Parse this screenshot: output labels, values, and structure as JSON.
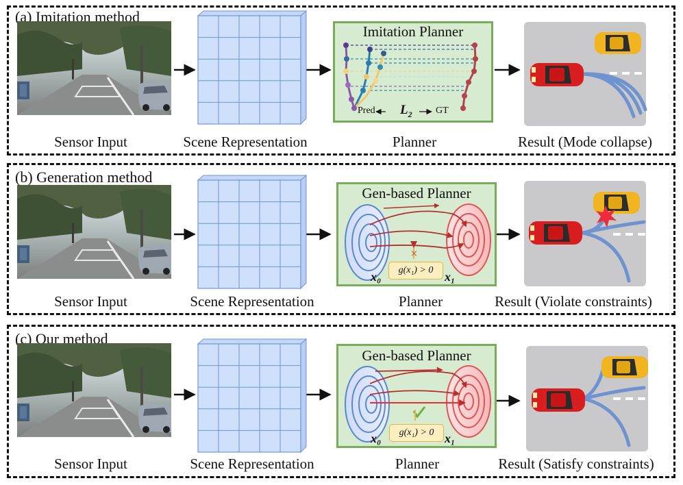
{
  "panels": [
    {
      "title": "(a) Imitation method",
      "planner_title": "Imitation Planner",
      "pred_label": "Pred",
      "l2_label": "L",
      "l2_sub": "2",
      "gt_label": "GT",
      "captions": [
        "Sensor Input",
        "Scene Representation",
        "Planner",
        "Result (Mode collapse)"
      ]
    },
    {
      "title": "(b) Generation method",
      "planner_title": "Gen-based Planner",
      "constraint_label": "g(x₁) > 0",
      "x0_label": "x₀",
      "x1_label": "x₁",
      "captions": [
        "Sensor Input",
        "Scene Representation",
        "Planner",
        "Result (Violate constraints)"
      ]
    },
    {
      "title": "(c) Our method",
      "planner_title": "Gen-based Planner",
      "constraint_label": "g(x₁) > 0",
      "x0_label": "x₀",
      "x1_label": "x₁",
      "captions": [
        "Sensor Input",
        "Scene Representation",
        "Planner",
        "Result (Satisfy constraints)"
      ]
    }
  ],
  "colors": {
    "grid_fill": "#cfe0fb",
    "grid_line": "#6f95d6",
    "planner_fill": "#d6ebcf",
    "planner_border": "#76ac5a",
    "result_bg": "#c9c9cb",
    "red_car": "#d81e1e",
    "yellow_car": "#f1b522",
    "traj": "#6f93cf",
    "blue_ring": "#5b86d0",
    "red_ring": "#e05555"
  }
}
